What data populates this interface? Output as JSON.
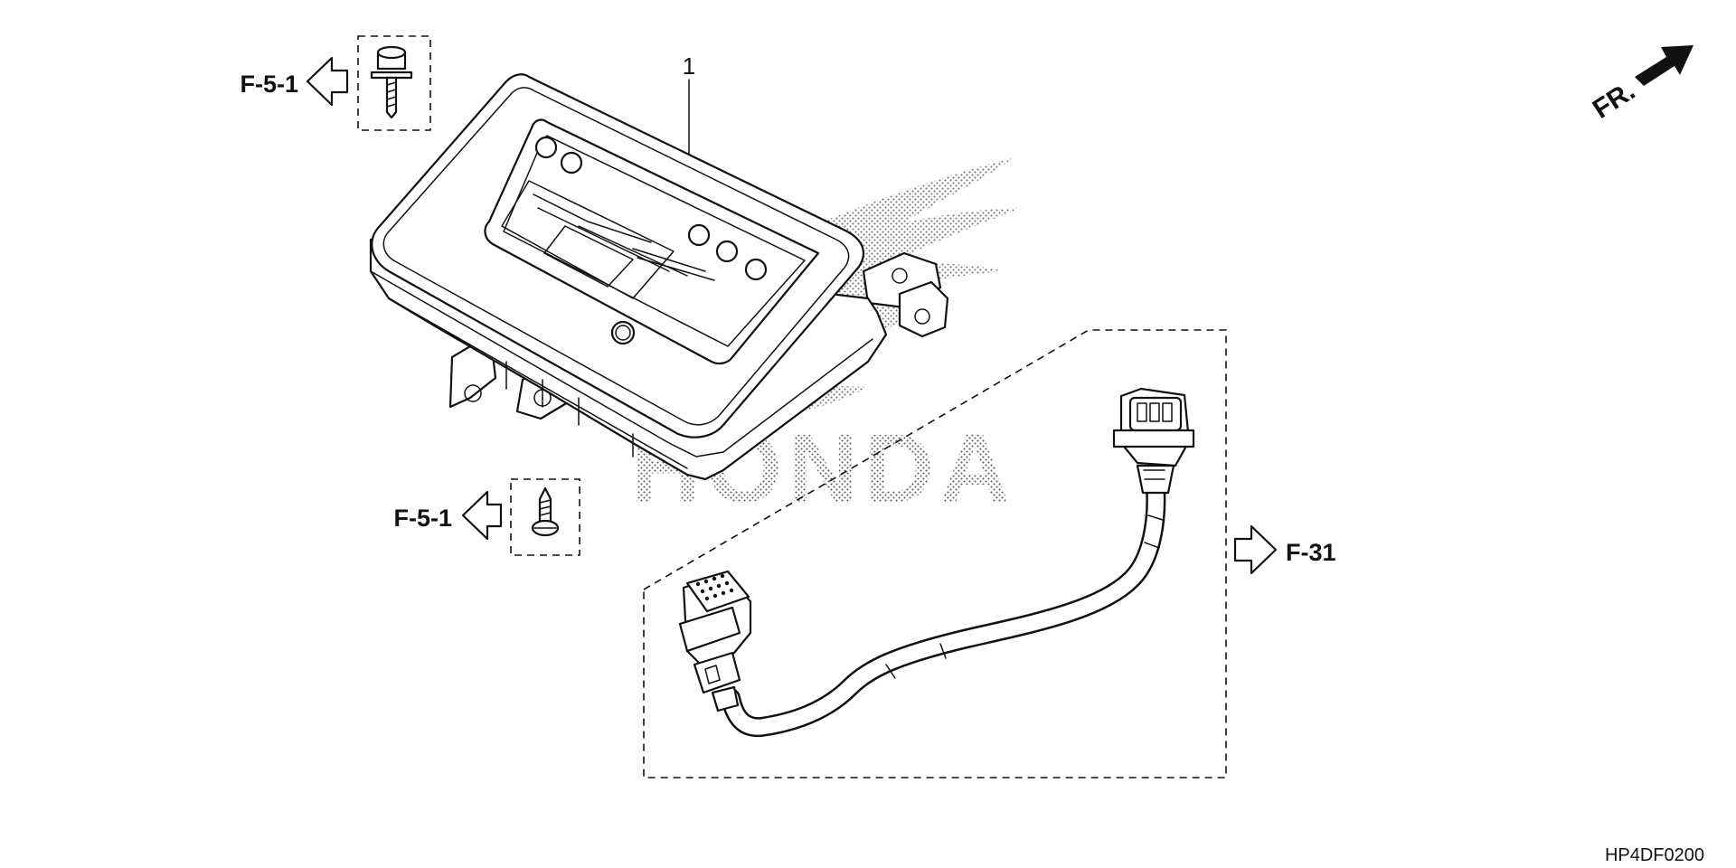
{
  "diagram": {
    "part_callout": "1",
    "direction_label": "FR.",
    "ref_top_left": "F-5-1",
    "ref_mid_left": "F-5-1",
    "ref_right": "F-31",
    "diagram_code": "HP4DF0200",
    "watermark_text": "HONDA",
    "colors": {
      "line": "#111111",
      "background": "#ffffff",
      "watermark": "#555555"
    }
  }
}
